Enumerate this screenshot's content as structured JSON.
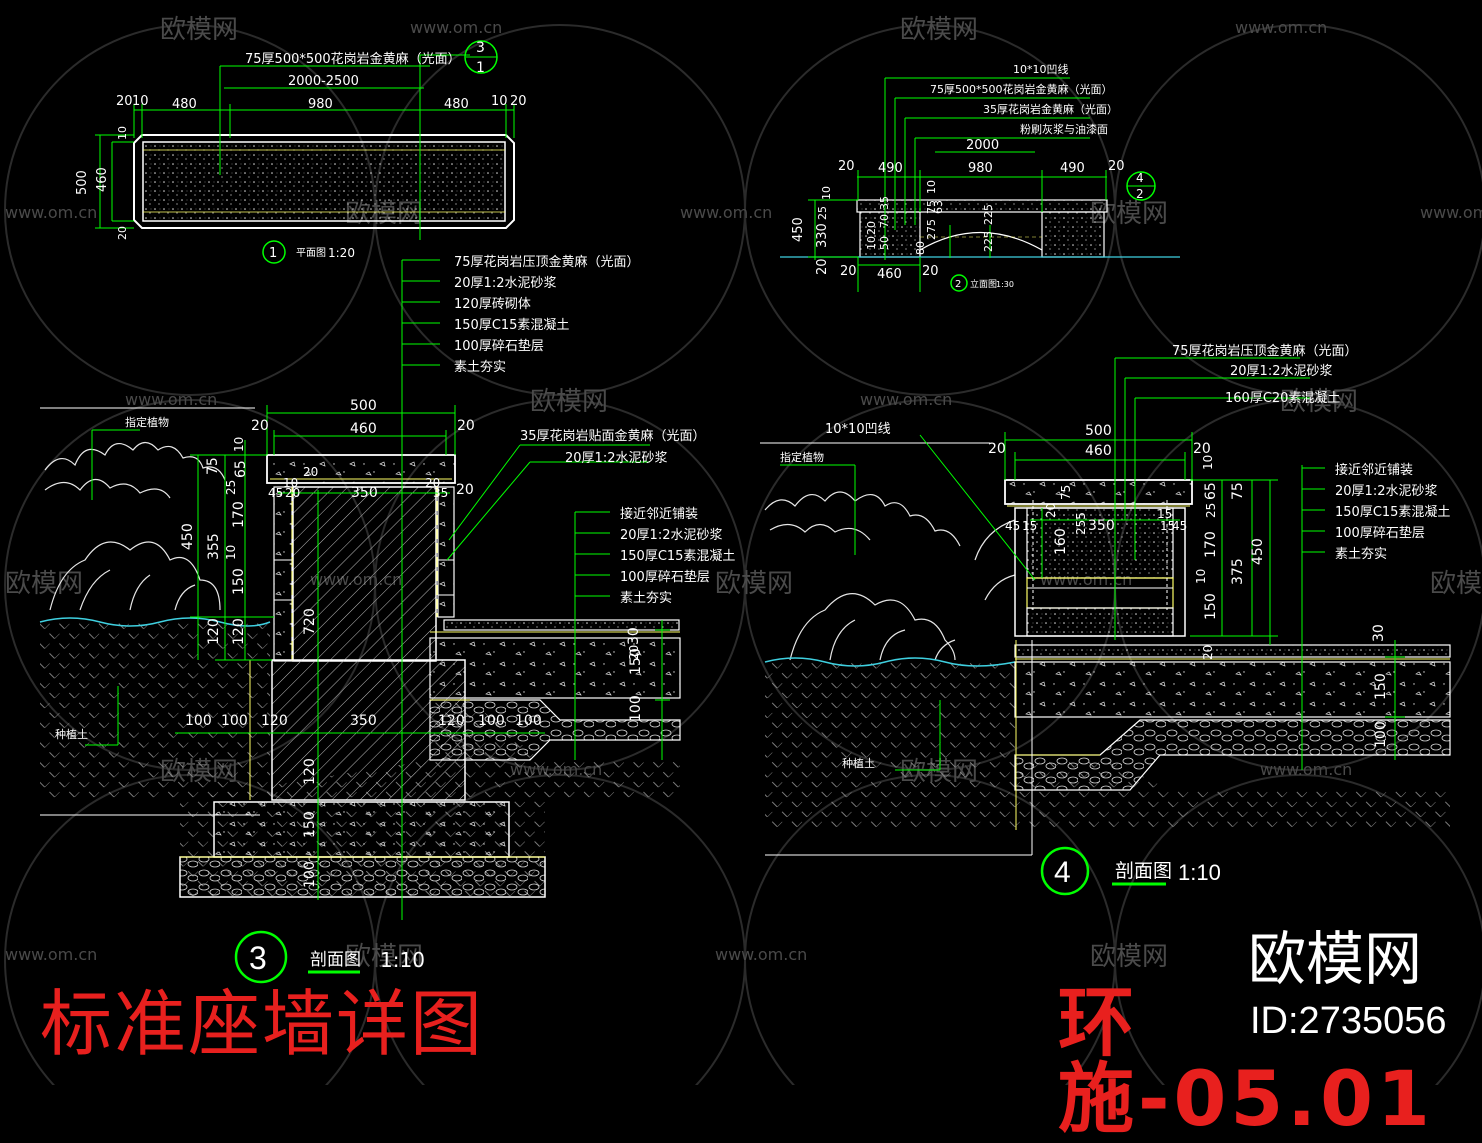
{
  "sheet": {
    "title": "标准座墙详图",
    "number": "环施-05.01",
    "watermark_brand": "欧模网",
    "watermark_id": "ID:2735056",
    "watermark_url": "www.om.cn"
  },
  "plan": {
    "title": "平面图",
    "scale": "1:20",
    "marker": "1",
    "section_marker": "3",
    "note": "75厚500*500花岗岩金黄麻（光面）",
    "overall": "2000-2500",
    "dims_top": [
      "20",
      "10",
      "480",
      "980",
      "480",
      "10",
      "20"
    ],
    "dims_left": [
      "500",
      "10",
      "460",
      "20"
    ]
  },
  "elevation": {
    "title": "立面图",
    "scale": "1:30",
    "marker": "2",
    "section_marker": "4",
    "notes": [
      "10*10凹线",
      "75厚500*500花岗岩金黄麻（光面）",
      "35厚花岗岩金黄麻（光面）",
      "粉刷灰浆与油漆面"
    ],
    "overall": "2000",
    "dims_top": [
      "20",
      "490",
      "980",
      "490",
      "20"
    ],
    "dims_left": [
      "450",
      "25",
      "330",
      "20"
    ],
    "dims_bottom": [
      "20",
      "460",
      "20"
    ],
    "dims_misc": [
      "10",
      "35",
      "63",
      "75",
      "10",
      "10",
      "20",
      "70",
      "50",
      "275",
      "80",
      "225",
      "225"
    ]
  },
  "section3": {
    "title": "剖面图",
    "scale": "1:10",
    "marker": "3",
    "notes_top": [
      "75厚花岗岩压顶金黄麻（光面）",
      "20厚1:2水泥砂浆",
      "120厚砖砌体",
      "150厚C15素混凝土",
      "100厚碎石垫层",
      "素土夯实"
    ],
    "notes_right": [
      "35厚花岗岩贴面金黄麻（光面）",
      "20厚1:2水泥砂浆"
    ],
    "notes_pave": [
      "接近邻近铺装",
      "20厚1:2水泥砂浆",
      "150厚C15素混凝土",
      "100厚碎石垫层",
      "素土夯实"
    ],
    "label_plant": "指定植物",
    "label_soil": "种植土",
    "dims_top": [
      "500",
      "460",
      "20",
      "20",
      "20"
    ],
    "dims_inner": [
      "10",
      "20",
      "20",
      "45",
      "20",
      "350",
      "35"
    ],
    "dims_left": [
      "10",
      "75",
      "65",
      "25",
      "450",
      "355",
      "170",
      "10",
      "150",
      "120",
      "120"
    ],
    "dims_mid": [
      "720",
      "120",
      "150",
      "100"
    ],
    "dims_bottom": [
      "100",
      "100",
      "120",
      "350",
      "120",
      "100",
      "100"
    ],
    "dims_right": [
      "30",
      "20",
      "150",
      "100"
    ]
  },
  "section4": {
    "title": "剖面图",
    "scale": "1:10",
    "marker": "4",
    "notes_top": [
      "75厚花岗岩压顶金黄麻（光面）",
      "20厚1:2水泥砂浆",
      "160厚C20素混凝土"
    ],
    "notes_pave": [
      "接近邻近铺装",
      "20厚1:2水泥砂浆",
      "150厚C15素混凝土",
      "100厚碎石垫层",
      "素土夯实"
    ],
    "note_groove": "10*10凹线",
    "label_plant": "指定植物",
    "label_soil": "种植土",
    "dims_top": [
      "500",
      "460",
      "20",
      "20"
    ],
    "dims_inner": [
      "45",
      "15",
      "20",
      "75",
      "255",
      "350",
      "15",
      "15",
      "45"
    ],
    "dims_right": [
      "10",
      "75",
      "65",
      "25",
      "170",
      "375",
      "450",
      "10",
      "150"
    ],
    "dims_left": [
      "160"
    ],
    "dims_pave": [
      "30",
      "20",
      "150",
      "100"
    ]
  },
  "colors": {
    "line": "#ffffff",
    "dim": "#00ff00",
    "fill": "#cfcfcf",
    "accent": "#ffff66",
    "ground": "#3fd0e0",
    "title": "#e8201e"
  }
}
